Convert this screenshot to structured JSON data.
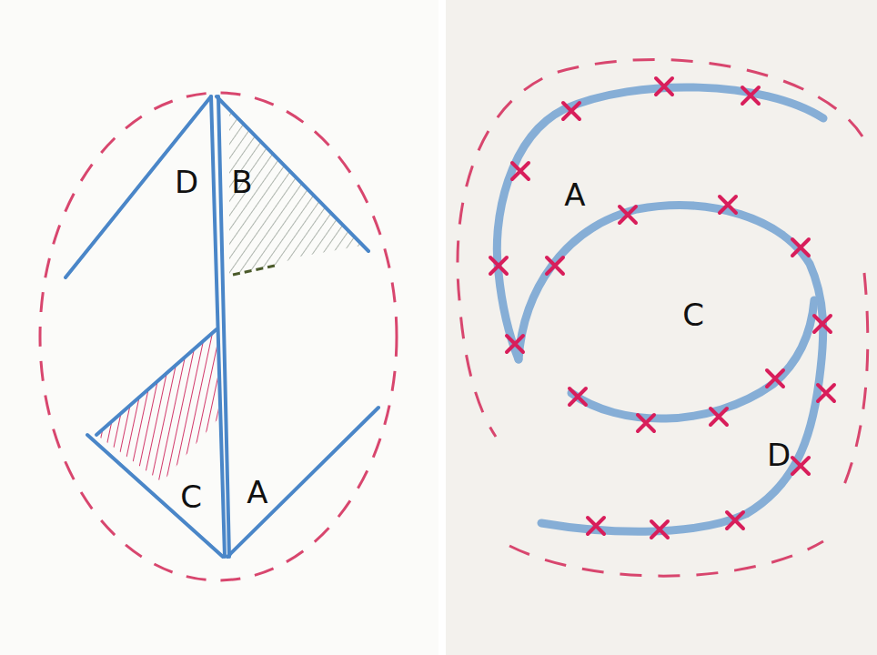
{
  "diagram": {
    "labels": [
      "D",
      "B",
      "C",
      "A",
      "A",
      "C",
      "D"
    ]
  }
}
